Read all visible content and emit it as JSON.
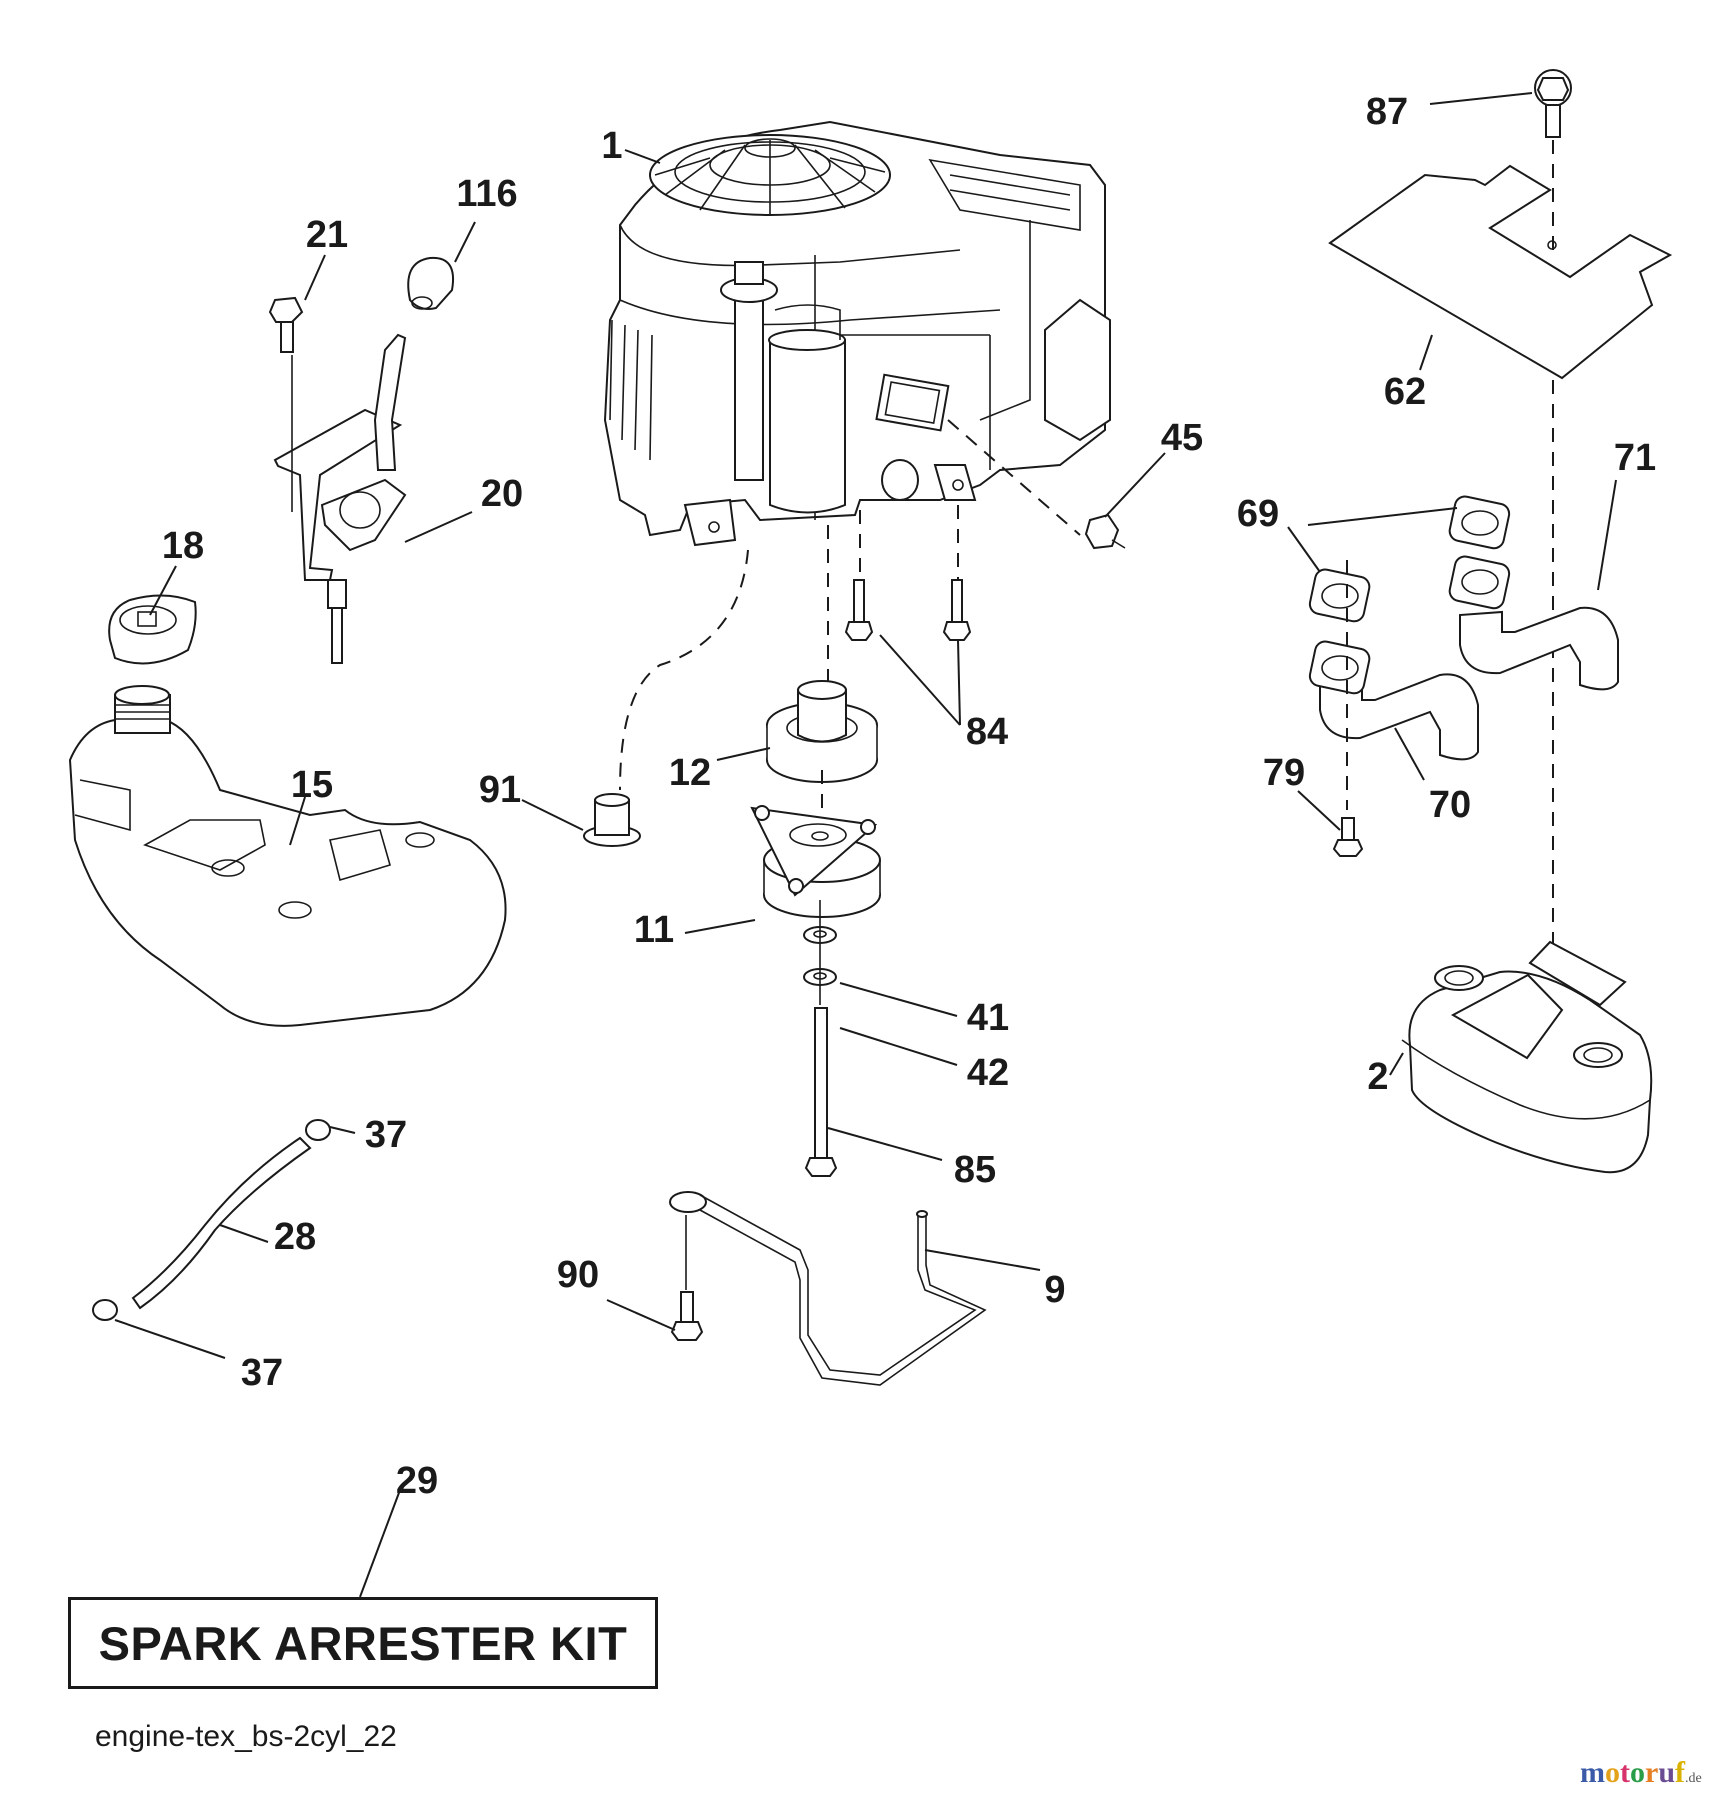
{
  "diagram": {
    "kind": "exploded parts diagram",
    "subject": "engine assembly",
    "diagram_id": "engine-tex_bs-2cyl_22",
    "kit_label": "SPARK ARRESTER KIT",
    "watermark": {
      "name": "motoruf",
      "tld": ".de",
      "colors": [
        "#3b5ba9",
        "#e3a21a",
        "#d6336c",
        "#2a9d48",
        "#e67e22",
        "#6a4c93",
        "#d9b100"
      ]
    }
  },
  "callouts": {
    "c1": "1",
    "c2": "2",
    "c9": "9",
    "c11": "11",
    "c12": "12",
    "c15": "15",
    "c18": "18",
    "c20": "20",
    "c21": "21",
    "c28": "28",
    "c29": "29",
    "c37a": "37",
    "c37b": "37",
    "c41": "41",
    "c42": "42",
    "c45": "45",
    "c62": "62",
    "c69": "69",
    "c70": "70",
    "c71": "71",
    "c79": "79",
    "c84": "84",
    "c85": "85",
    "c87": "87",
    "c90": "90",
    "c91": "91",
    "c116": "116"
  },
  "parts": [
    {
      "ref": "1",
      "name": "engine"
    },
    {
      "ref": "2",
      "name": "muffler"
    },
    {
      "ref": "9",
      "name": "muffler support rod"
    },
    {
      "ref": "11",
      "name": "electric clutch"
    },
    {
      "ref": "12",
      "name": "pulley"
    },
    {
      "ref": "15",
      "name": "fuel tank"
    },
    {
      "ref": "18",
      "name": "fuel cap"
    },
    {
      "ref": "20",
      "name": "throttle control"
    },
    {
      "ref": "21",
      "name": "bolt"
    },
    {
      "ref": "28",
      "name": "fuel line"
    },
    {
      "ref": "29",
      "name": "spark arrester kit"
    },
    {
      "ref": "37",
      "name": "hose clamp"
    },
    {
      "ref": "41",
      "name": "washer"
    },
    {
      "ref": "42",
      "name": "lock washer"
    },
    {
      "ref": "45",
      "name": "nut"
    },
    {
      "ref": "62",
      "name": "heat shield"
    },
    {
      "ref": "69",
      "name": "exhaust gasket"
    },
    {
      "ref": "70",
      "name": "exhaust pipe"
    },
    {
      "ref": "71",
      "name": "exhaust pipe"
    },
    {
      "ref": "79",
      "name": "bolt"
    },
    {
      "ref": "84",
      "name": "bolt"
    },
    {
      "ref": "85",
      "name": "clutch bolt"
    },
    {
      "ref": "87",
      "name": "flange bolt"
    },
    {
      "ref": "90",
      "name": "bolt"
    },
    {
      "ref": "91",
      "name": "bushing"
    },
    {
      "ref": "116",
      "name": "knob"
    }
  ]
}
